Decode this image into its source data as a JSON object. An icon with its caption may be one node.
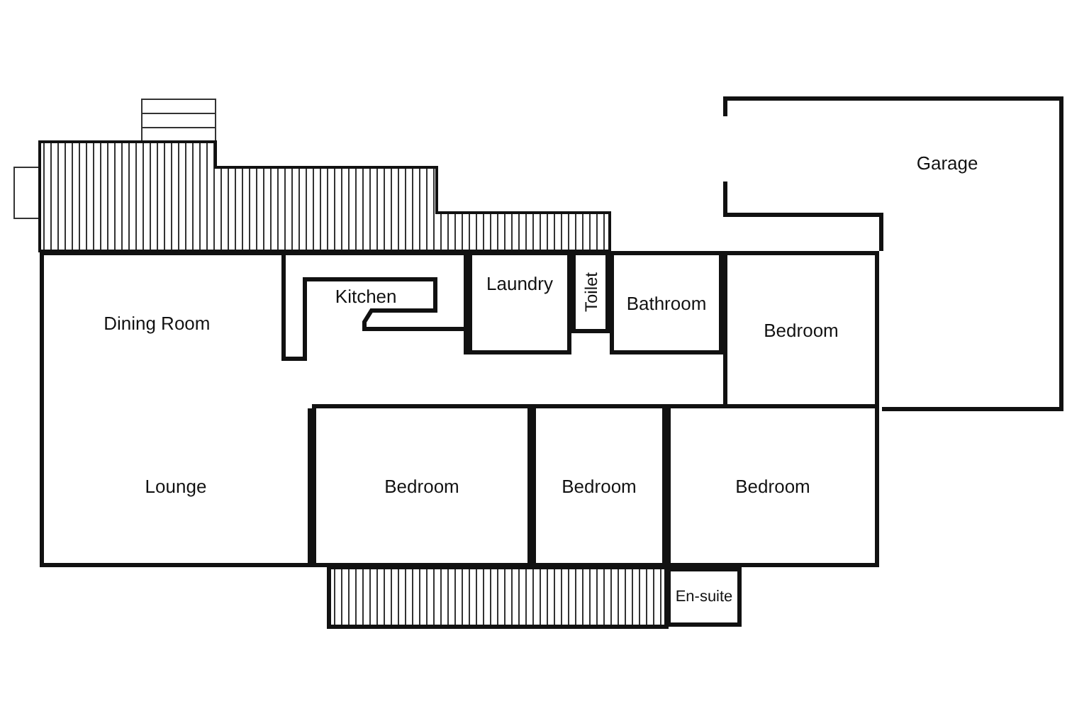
{
  "diagram": {
    "nodes": [
      {
        "text": [
          "Garage"
        ]
      },
      {
        "text": [
          "Kitchen"
        ]
      },
      {
        "text": [
          "Laundry"
        ]
      },
      {
        "text": [
          "Toilet"
        ]
      },
      {
        "text": [
          "Bathroom"
        ]
      },
      {
        "text": [
          "Dining Room"
        ]
      },
      {
        "text": [
          "Bedroom"
        ]
      },
      {
        "text": [
          "Lounge"
        ]
      },
      {
        "text": [
          "Bedroom"
        ]
      },
      {
        "text": [
          "Bedroom"
        ]
      },
      {
        "text": [
          "Bedroom"
        ]
      },
      {
        "text": [
          "En-suite"
        ]
      }
    ]
  }
}
